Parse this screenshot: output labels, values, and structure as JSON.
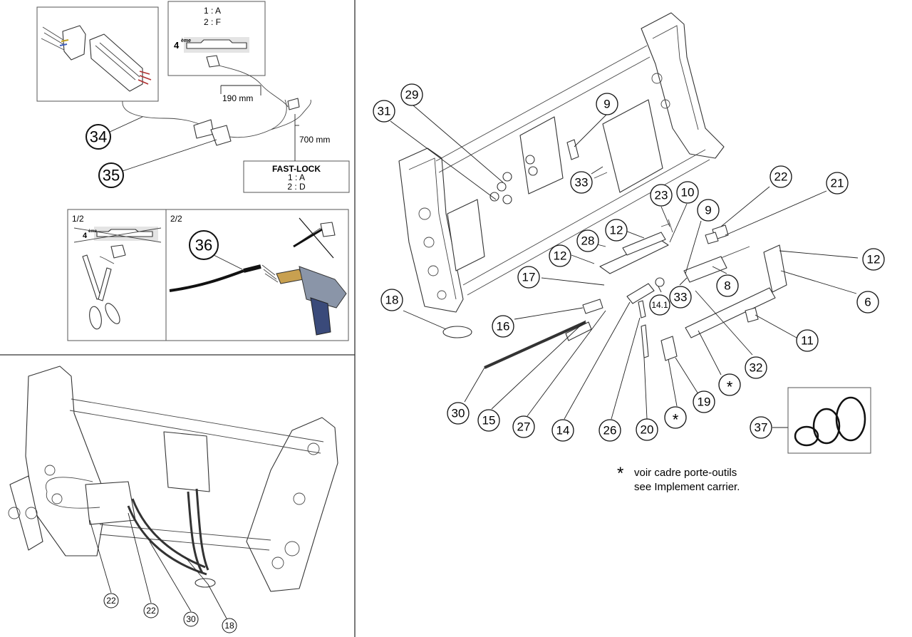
{
  "detail_top": {
    "ratio_line1": "1 : A",
    "ratio_line2": "2 : F",
    "quatrieme": "4",
    "quatrieme_sup": "ème",
    "dim_190": "190 mm",
    "dim_700": "700 mm"
  },
  "fast_lock": {
    "title": "FAST-LOCK",
    "line1": "1 : A",
    "line2": "2 : D"
  },
  "steps": {
    "step1": "1/2",
    "step2": "2/2",
    "step1_quatrieme": "4",
    "step1_quatrieme_sup": "ème"
  },
  "note": {
    "asterisk": "*",
    "line1": "voir cadre porte-outils",
    "line2": "see Implement carrier."
  },
  "callouts": {
    "c34": "34",
    "c35": "35",
    "c36": "36",
    "c29": "29",
    "c31": "31",
    "c9a": "9",
    "c33a": "33",
    "c23": "23",
    "c10": "10",
    "c22a": "22",
    "c21": "21",
    "c9b": "9",
    "c12a": "12",
    "c28": "28",
    "c12b": "12",
    "c17": "17",
    "c18a": "18",
    "c14_1": "14.1",
    "c33b": "33",
    "c8": "8",
    "c12c": "12",
    "c6": "6",
    "c16": "16",
    "c11": "11",
    "c32": "32",
    "cstar1": "*",
    "c19": "19",
    "cstar2": "*",
    "c30a": "30",
    "c15": "15",
    "c27": "27",
    "c14": "14",
    "c26": "26",
    "c20": "20",
    "c37": "37",
    "c22b": "22",
    "c22c": "22",
    "c30b": "30",
    "c18b": "18"
  }
}
